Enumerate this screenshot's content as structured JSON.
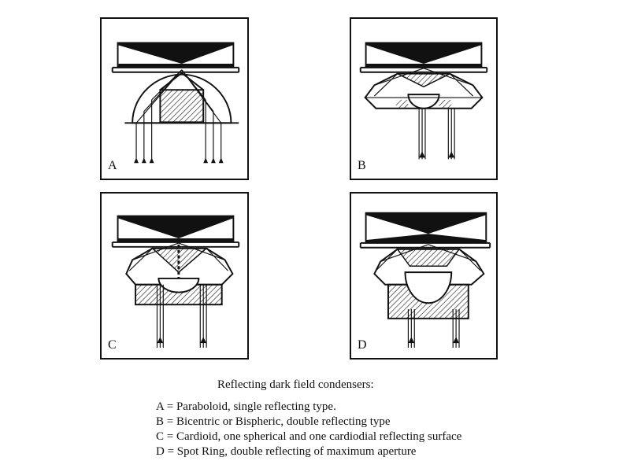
{
  "panels": [
    {
      "letter": "A"
    },
    {
      "letter": "B"
    },
    {
      "letter": "C"
    },
    {
      "letter": "D"
    }
  ],
  "caption": {
    "title": "Reflecting dark field condensers:",
    "items": [
      "A = Paraboloid, single reflecting type.",
      "B = Bicentric or Bispheric, double reflecting type",
      "C = Cardioid, one spherical and one cardiodial reflecting surface",
      "D = Spot Ring, double reflecting of maximum aperture"
    ]
  }
}
